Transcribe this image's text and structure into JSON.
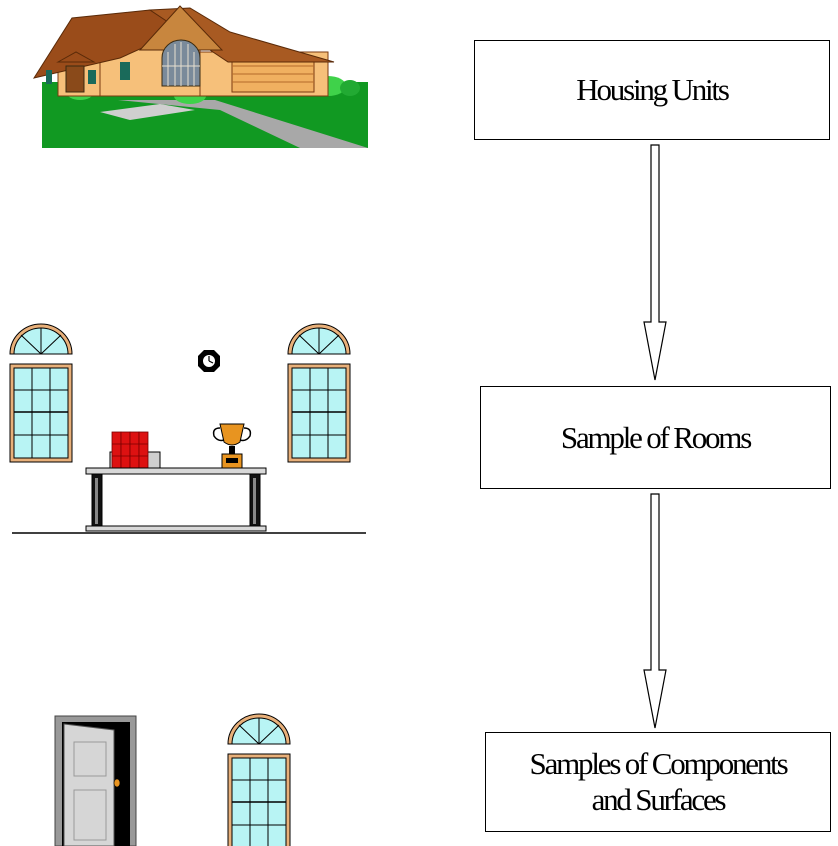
{
  "flow": {
    "step1": "Housing Units",
    "step2": "Sample of Rooms",
    "step3_line1": "Samples of Components",
    "step3_line2": "and Surfaces"
  },
  "colors": {
    "window_glass": "#b8f4f4",
    "window_frame": "#e8b07a",
    "lawn": "#119922",
    "driveway": "#a8a8a8",
    "roof": "#9a4c1a",
    "house_wall": "#f6c07a",
    "books": "#dd1111",
    "trophy": "#e89420"
  },
  "icons": [
    "house-icon",
    "room-scene-icon",
    "door-icon",
    "window-icon"
  ]
}
